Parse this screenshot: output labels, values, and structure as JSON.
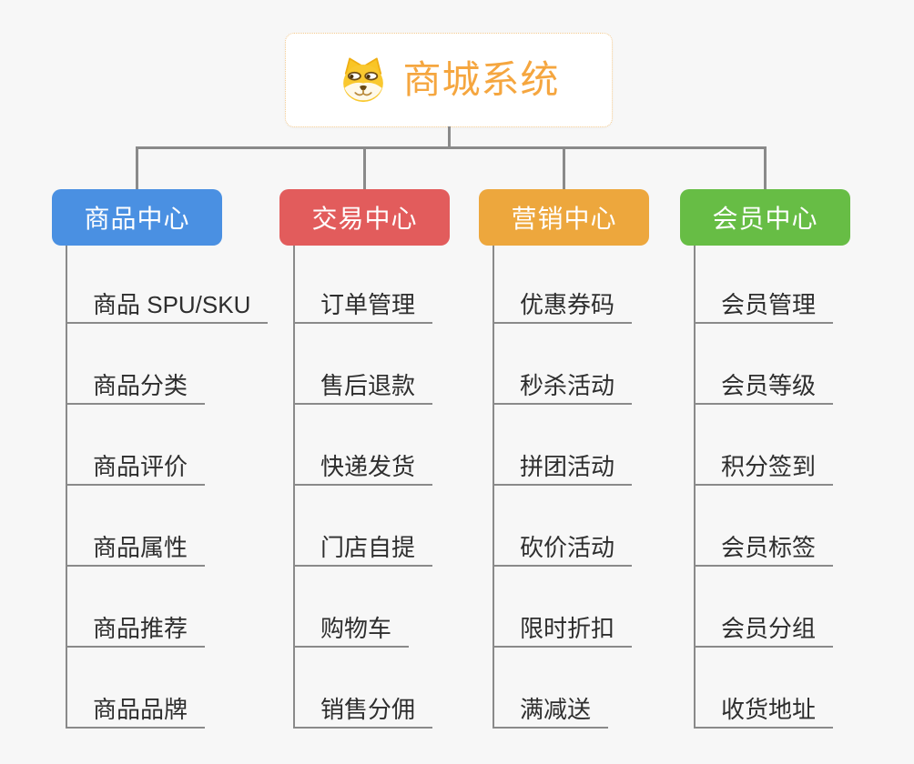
{
  "app": {
    "background_color": "#F7F7F7",
    "connector_color": "#8A8A8A"
  },
  "root": {
    "title": "商城系统",
    "icon": "dog-face-icon",
    "title_color": "#F5A63F",
    "border_color": "#F3C98E"
  },
  "branches": [
    {
      "label": "商品中心",
      "color": "#4A90E2",
      "children": [
        "商品 SPU/SKU",
        "商品分类",
        "商品评价",
        "商品属性",
        "商品推荐",
        "商品品牌"
      ]
    },
    {
      "label": "交易中心",
      "color": "#E25C5C",
      "children": [
        "订单管理",
        "售后退款",
        "快递发货",
        "门店自提",
        "购物车",
        "销售分佣"
      ]
    },
    {
      "label": "营销中心",
      "color": "#EDA73D",
      "children": [
        "优惠券码",
        "秒杀活动",
        "拼团活动",
        "砍价活动",
        "限时折扣",
        "满减送"
      ]
    },
    {
      "label": "会员中心",
      "color": "#67BD45",
      "children": [
        "会员管理",
        "会员等级",
        "积分签到",
        "会员标签",
        "会员分组",
        "收货地址"
      ]
    }
  ]
}
